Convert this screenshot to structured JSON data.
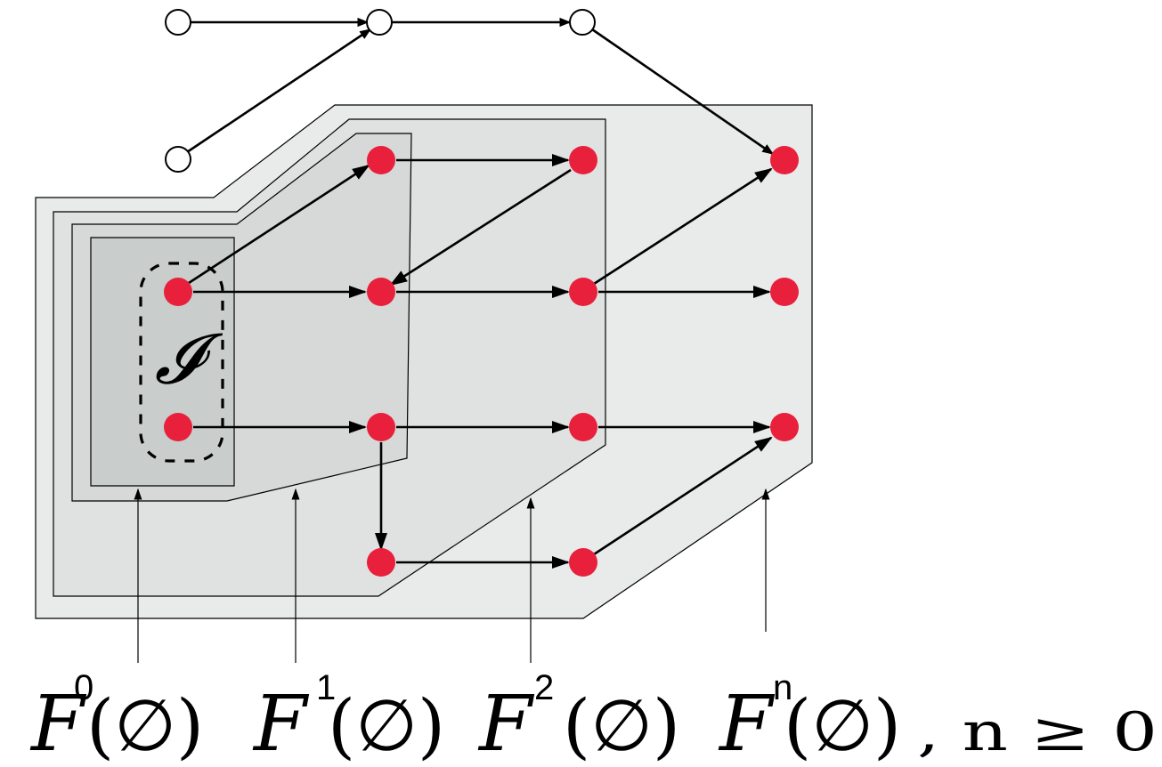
{
  "colors": {
    "node_fill": "#e8203c",
    "region_f0": "#c9cdcc",
    "region_f1": "#d6d9d8",
    "region_f2": "#dfe2e1",
    "region_fn": "#e9ebea"
  },
  "set_label": "𝓘",
  "labels": {
    "f0": {
      "main": "F",
      "sup": "0",
      "arg": "(∅)"
    },
    "f1": {
      "main": "F",
      "sup": "1",
      "arg": "(∅)"
    },
    "f2": {
      "main": "F",
      "sup": "2",
      "arg": "(∅)"
    },
    "fn": {
      "main": "F",
      "sup": "n",
      "arg": "(∅)",
      "suffix": ", n ≥ 0"
    }
  }
}
